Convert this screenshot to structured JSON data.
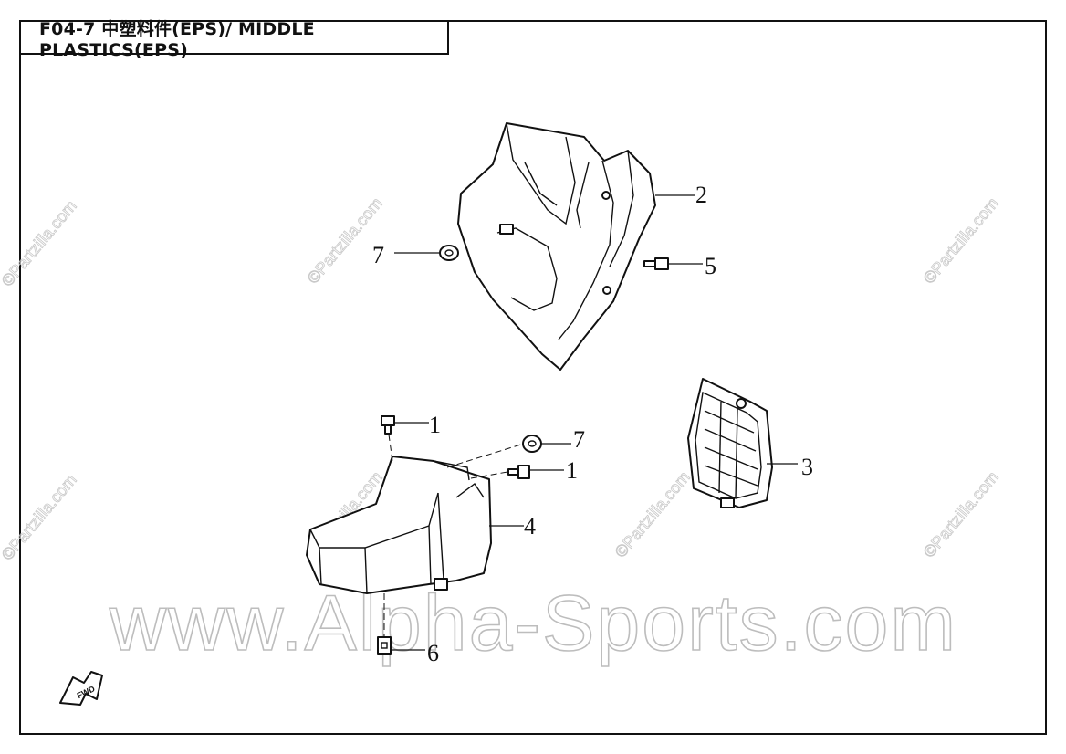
{
  "title": "F04-7 中塑料件(EPS)/ MIDDLE PLASTICS(EPS)",
  "callouts": [
    {
      "id": "c1a",
      "label": "1"
    },
    {
      "id": "c1b",
      "label": "1"
    },
    {
      "id": "c2",
      "label": "2"
    },
    {
      "id": "c3",
      "label": "3"
    },
    {
      "id": "c4",
      "label": "4"
    },
    {
      "id": "c5",
      "label": "5"
    },
    {
      "id": "c6",
      "label": "6"
    },
    {
      "id": "c7a",
      "label": "7"
    },
    {
      "id": "c7b",
      "label": "7"
    }
  ],
  "watermark_small": "©Partzilla.com",
  "watermark_big": "www.Alpha-Sports.com",
  "fwd_marker": "FWD"
}
